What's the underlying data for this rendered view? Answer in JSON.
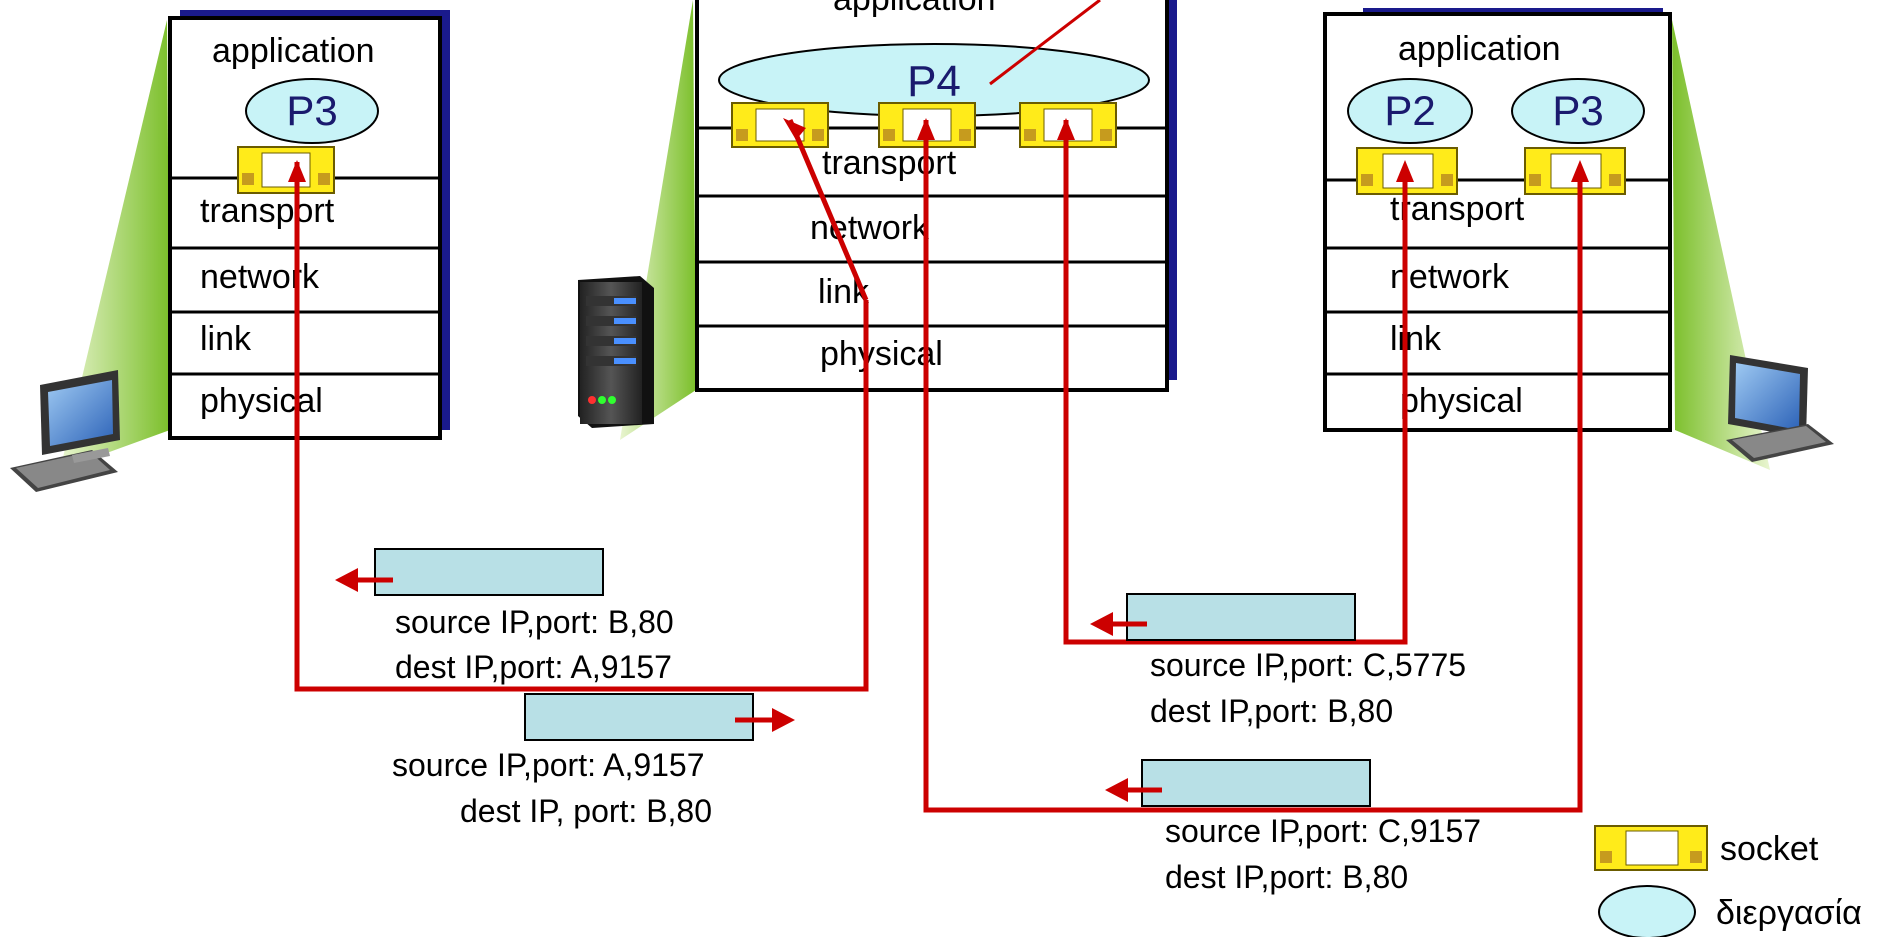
{
  "colors": {
    "stack_shadow": "#1a1a8c",
    "proc_fill": "#c8f3f7",
    "socket_fill": "#ffeb1a",
    "socket_dots": "#c69b1e",
    "segment_fill": "#b8e0e6",
    "arrow": "#cc0000",
    "wedge": "#7bbf2a",
    "title_text": "#1a1a6e"
  },
  "hosts": {
    "client_a": {
      "layers": [
        "application",
        "transport",
        "network",
        "link",
        "physical"
      ],
      "processes": [
        "P3"
      ]
    },
    "server_b": {
      "layers": [
        "application",
        "transport",
        "network",
        "link",
        "physical"
      ],
      "processes": [
        "P4"
      ]
    },
    "client_c": {
      "layers": [
        "application",
        "transport",
        "network",
        "link",
        "physical"
      ],
      "processes": [
        "P2",
        "P3"
      ]
    }
  },
  "segments": [
    {
      "line1": "source IP,port: B,80",
      "line2": "dest IP,port: A,9157"
    },
    {
      "line1": "source IP,port: A,9157",
      "line2": "dest IP, port: B,80"
    },
    {
      "line1": "source IP,port: C,5775",
      "line2": "dest IP,port: B,80"
    },
    {
      "line1": "source IP,port: C,9157",
      "line2": "dest IP,port: B,80"
    }
  ],
  "legend": {
    "socket_label": "socket",
    "process_label": "διεργασία"
  }
}
